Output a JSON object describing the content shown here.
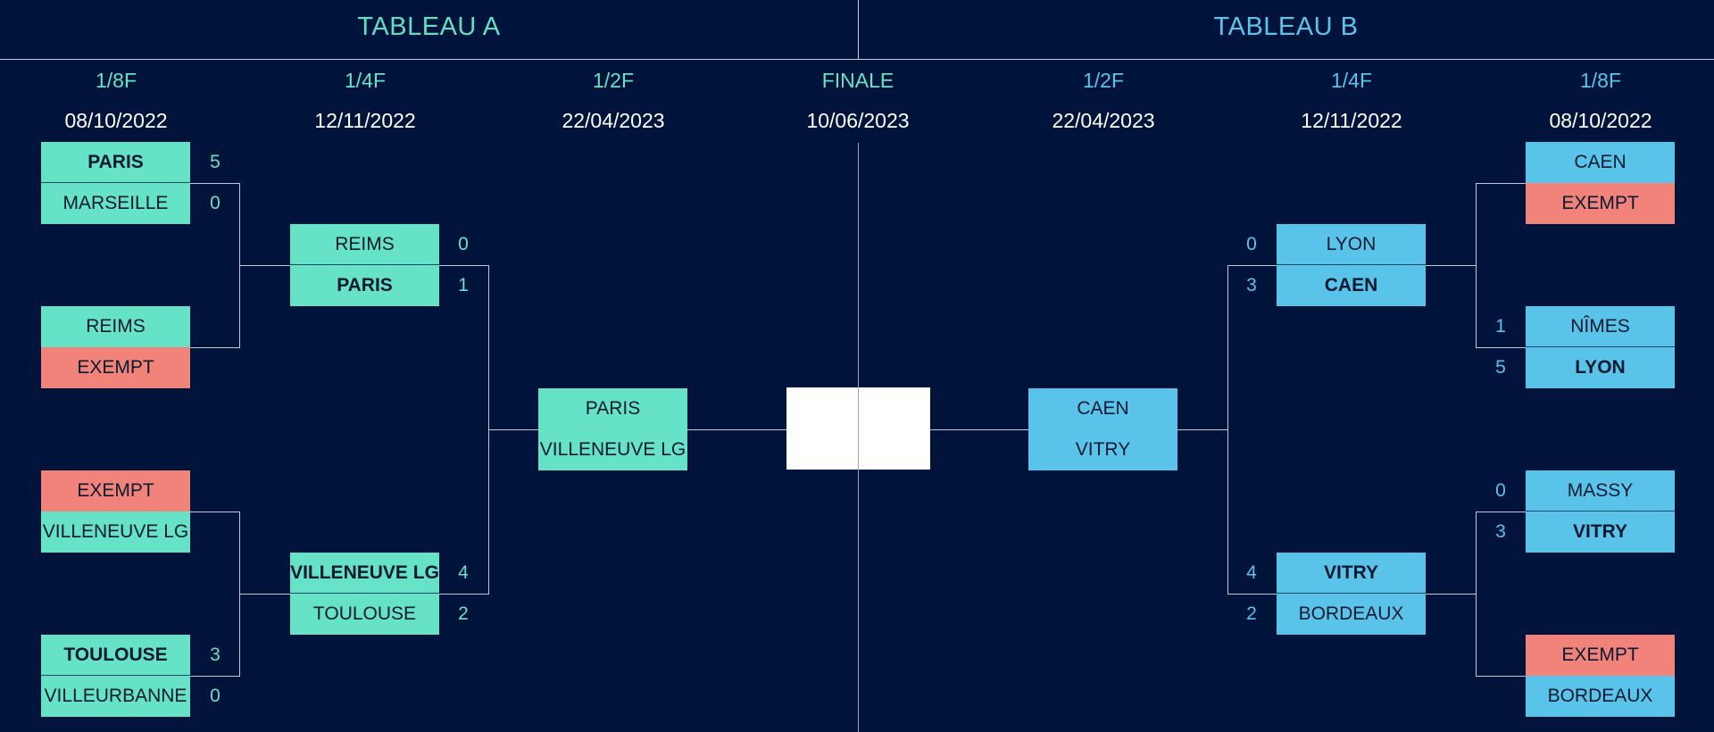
{
  "tableau_a": {
    "title": "TABLEAU A",
    "rounds": [
      {
        "label": "1/8F",
        "date": "08/10/2022"
      },
      {
        "label": "1/4F",
        "date": "12/11/2022"
      },
      {
        "label": "1/2F",
        "date": "22/04/2023"
      }
    ],
    "r16": [
      {
        "team1": "PARIS",
        "score1": "5",
        "team2": "MARSEILLE",
        "score2": "0"
      },
      {
        "team1": "REIMS",
        "score1": "",
        "team2": "EXEMPT",
        "score2": ""
      },
      {
        "team1": "EXEMPT",
        "score1": "",
        "team2": "VILLENEUVE LG",
        "score2": ""
      },
      {
        "team1": "TOULOUSE",
        "score1": "3",
        "team2": "VILLEURBANNE",
        "score2": "0"
      }
    ],
    "qf": [
      {
        "team1": "REIMS",
        "score1": "0",
        "team2": "PARIS",
        "score2": "1"
      },
      {
        "team1": "VILLENEUVE LG",
        "score1": "4",
        "team2": "TOULOUSE",
        "score2": "2"
      }
    ],
    "sf": {
      "team1": "PARIS",
      "team2": "VILLENEUVE LG"
    }
  },
  "final": {
    "label": "FINALE",
    "date": "10/06/2023"
  },
  "tableau_b": {
    "title": "TABLEAU B",
    "rounds": [
      {
        "label": "1/2F",
        "date": "22/04/2023"
      },
      {
        "label": "1/4F",
        "date": "12/11/2022"
      },
      {
        "label": "1/8F",
        "date": "08/10/2022"
      }
    ],
    "r16": [
      {
        "team1": "CAEN",
        "score1": "",
        "team2": "EXEMPT",
        "score2": ""
      },
      {
        "team1": "NÎMES",
        "score1": "1",
        "team2": "LYON",
        "score2": "5"
      },
      {
        "team1": "MASSY",
        "score1": "0",
        "team2": "VITRY",
        "score2": "3"
      },
      {
        "team1": "EXEMPT",
        "score1": "",
        "team2": "BORDEAUX",
        "score2": ""
      }
    ],
    "qf": [
      {
        "team1": "LYON",
        "score1": "0",
        "team2": "CAEN",
        "score2": "3"
      },
      {
        "team1": "VITRY",
        "score1": "4",
        "team2": "BORDEAUX",
        "score2": "2"
      }
    ],
    "sf": {
      "team1": "CAEN",
      "team2": "VITRY"
    }
  },
  "colors": {
    "background": "#00133a",
    "side_a": "#66e2c6",
    "side_b": "#5ac3ea",
    "exempt": "#f2837a"
  }
}
